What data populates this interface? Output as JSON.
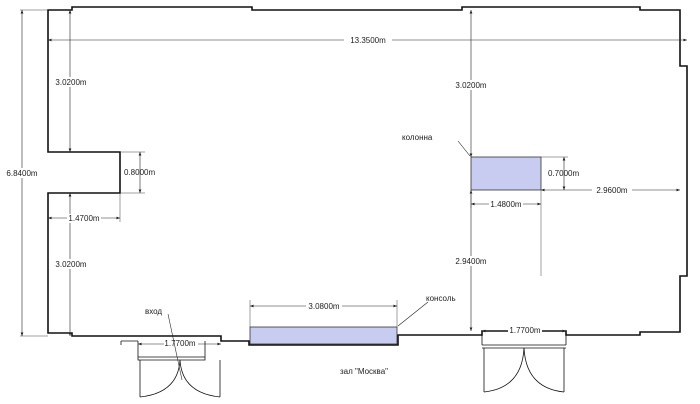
{
  "title": "зал \"Москва\"",
  "labels": {
    "column": "колонна",
    "console": "консоль",
    "entrance": "вход"
  },
  "dimensions": {
    "total_width": "13.3500m",
    "total_height": "6.8400m",
    "left_upper": "3.0200m",
    "left_lower": "3.0200m",
    "notch_depth": "1.4700m",
    "notch_height": "0.8000m",
    "column_top": "3.0200m",
    "column_width": "1.4800m",
    "column_height": "0.7000m",
    "column_right": "2.9600m",
    "column_bottom": "2.9400m",
    "console_width": "3.0800m",
    "door_left": "1.7700m",
    "door_right": "1.7700m"
  },
  "colors": {
    "wall": "#111111",
    "furniture_fill": "#c8ccf0"
  }
}
